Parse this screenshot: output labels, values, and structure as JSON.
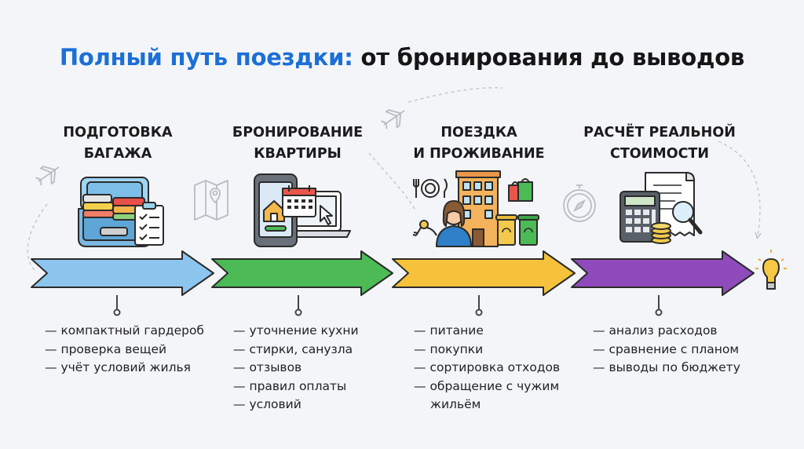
{
  "title": {
    "accent": "Полный путь поездки:",
    "rest": "от бронирования до выводов"
  },
  "steps": [
    {
      "title_lines": [
        "ПОДГОТОВКА",
        "БАГАЖА"
      ],
      "arrow_color": "#8cc6ee",
      "bullets": [
        "компактный гардероб",
        "проверка вещей",
        "учёт условий жилья"
      ]
    },
    {
      "title_lines": [
        "БРОНИРОВАНИЕ",
        "КВАРТИРЫ"
      ],
      "arrow_color": "#4cbb55",
      "bullets": [
        "уточнение кухни",
        "стирки, санузла",
        "отзывов",
        "правил оплаты",
        "условий"
      ]
    },
    {
      "title_lines": [
        "ПОЕЗДКА",
        "И ПРОЖИВАНИЕ"
      ],
      "arrow_color": "#f6c23b",
      "bullets": [
        "питание",
        "покупки",
        "сортировка отходов",
        "обращение с чужим жильём"
      ]
    },
    {
      "title_lines": [
        "РАСЧЁТ РЕАЛЬНОЙ",
        "СТОИМОСТИ"
      ],
      "arrow_color": "#8f4bbb",
      "bullets": [
        "анализ расходов",
        "сравнение с планом",
        "выводы по бюджету"
      ]
    }
  ]
}
